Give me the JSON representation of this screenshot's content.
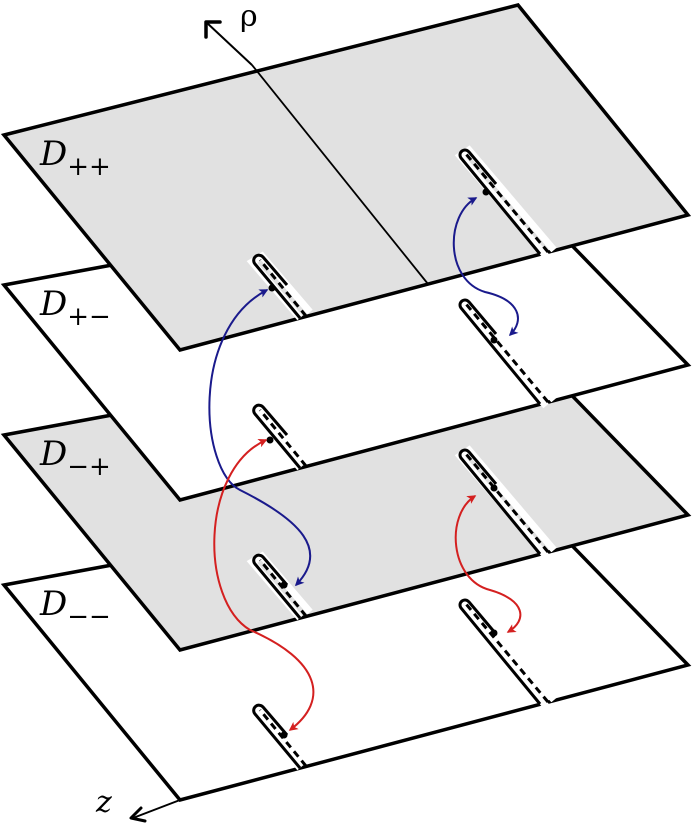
{
  "axes": {
    "rho": "ρ",
    "z": "z"
  },
  "sheets": [
    {
      "letter": "D",
      "sub": "++",
      "fill": "#e1e1e1"
    },
    {
      "letter": "D",
      "sub": "+−",
      "fill": "#ffffff"
    },
    {
      "letter": "D",
      "sub": "−+",
      "fill": "#e1e1e1"
    },
    {
      "letter": "D",
      "sub": "−−",
      "fill": "#ffffff"
    }
  ],
  "colors": {
    "outline": "#000000",
    "blue_connection": "#1a1a8c",
    "red_connection": "#d42020"
  }
}
